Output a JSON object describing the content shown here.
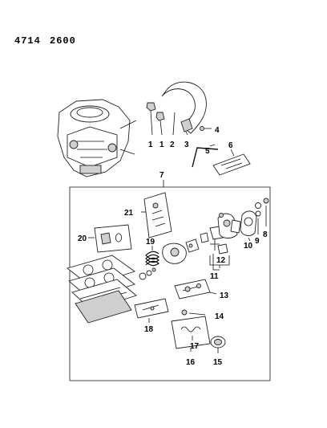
{
  "header": {
    "code_left": "4714",
    "code_right": "2600"
  },
  "callouts": {
    "c1a": "1",
    "c1b": "1",
    "c2": "2",
    "c3": "3",
    "c4": "4",
    "c5": "5",
    "c6": "6",
    "c7": "7",
    "c8": "8",
    "c9": "9",
    "c10": "10",
    "c11": "11",
    "c12": "12",
    "c13": "13",
    "c14": "14",
    "c15": "15",
    "c16": "16",
    "c17": "17",
    "c18": "18",
    "c19": "19",
    "c20": "20",
    "c21": "21"
  }
}
